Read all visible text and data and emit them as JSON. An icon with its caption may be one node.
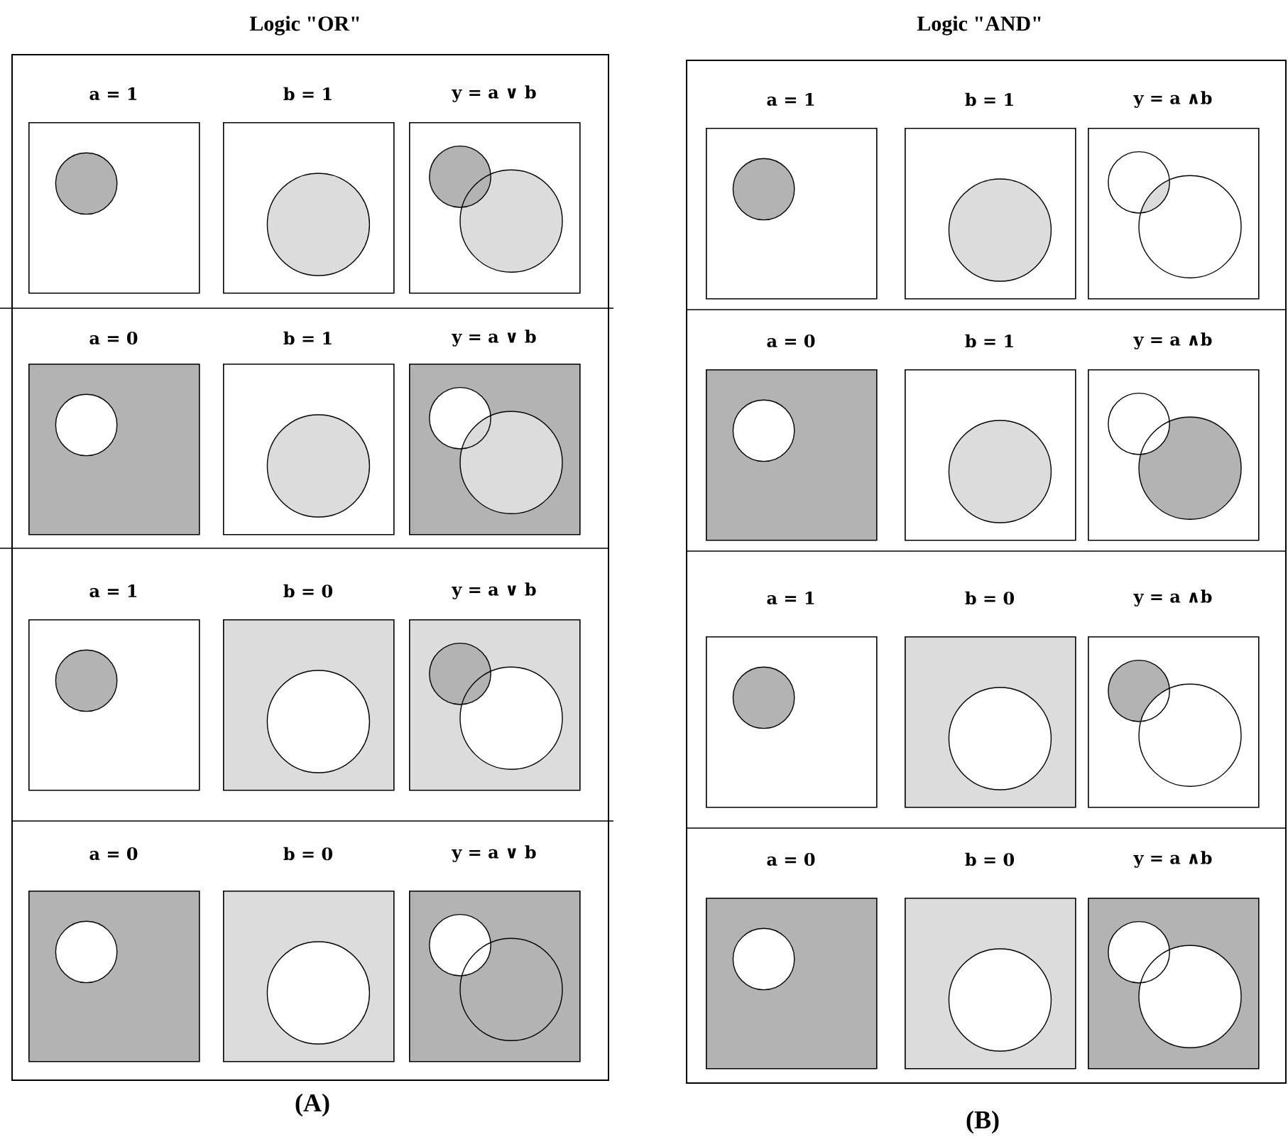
{
  "diagram": {
    "nodes": [
      {
        "text": [
          "Logic \"OR\""
        ],
        "beside": [
          "(A)"
        ]
      },
      {
        "text": [
          "a = 1"
        ],
        "in": 0
      },
      {
        "text": [
          "b = 1"
        ],
        "in": 0
      },
      {
        "text": [
          "y = a ∨ b"
        ],
        "in": 0
      },
      {
        "text": [
          "a = 0"
        ],
        "in": 0
      },
      {
        "text": [
          "b = 1"
        ],
        "in": 0
      },
      {
        "text": [
          "y = a ∨ b"
        ],
        "in": 0
      },
      {
        "text": [
          "a = 1"
        ],
        "in": 0
      },
      {
        "text": [
          "b = 0"
        ],
        "in": 0
      },
      {
        "text": [
          "y = a ∨ b"
        ],
        "in": 0
      },
      {
        "text": [
          "a = 0"
        ],
        "in": 0
      },
      {
        "text": [
          "b = 0"
        ],
        "in": 0
      },
      {
        "text": [
          "y = a ∨ b"
        ],
        "in": 0
      },
      {
        "text": [
          "Logic \"AND\""
        ],
        "beside": [
          "(B)"
        ]
      },
      {
        "text": [
          "a = 1"
        ],
        "in": 13
      },
      {
        "text": [
          "b = 1"
        ],
        "in": 13
      },
      {
        "text": [
          "y = a ∧b"
        ],
        "in": 13
      },
      {
        "text": [
          "a = 0"
        ],
        "in": 13
      },
      {
        "text": [
          "b = 1"
        ],
        "in": 13
      },
      {
        "text": [
          "y = a ∧b"
        ],
        "in": 13
      },
      {
        "text": [
          "a = 1"
        ],
        "in": 13
      },
      {
        "text": [
          "b = 0"
        ],
        "in": 13
      },
      {
        "text": [
          "y = a ∧b"
        ],
        "in": 13
      },
      {
        "text": [
          "a = 0"
        ],
        "in": 13
      },
      {
        "text": [
          "b = 0"
        ],
        "in": 13
      },
      {
        "text": [
          "y = a ∧b"
        ],
        "in": 13
      }
    ]
  }
}
